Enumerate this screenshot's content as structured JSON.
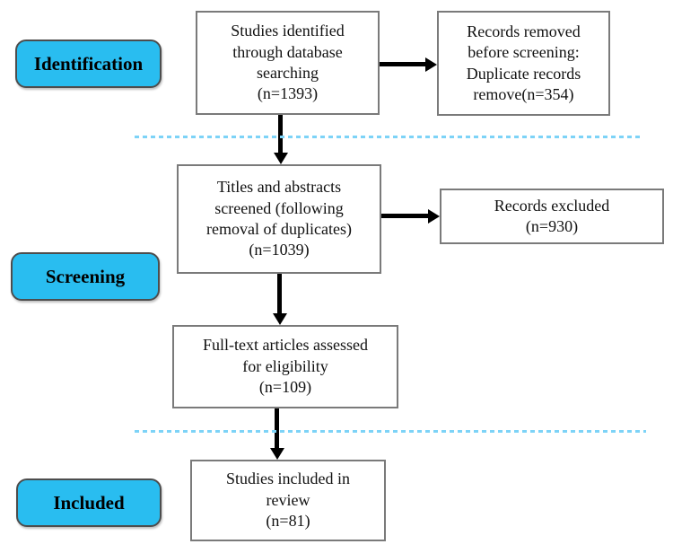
{
  "colors": {
    "stage_fill": "#29BDF0",
    "separator_dash": "#7DD3F7",
    "arrow": "#000000",
    "box_border": "#7a7a7a",
    "box_fill": "#ffffff",
    "text": "#111111"
  },
  "stages": [
    {
      "label": "Identification"
    },
    {
      "label": "Screening"
    },
    {
      "label": "Included"
    }
  ],
  "boxes": [
    {
      "id": "identified",
      "text": "Studies identified\nthrough database\nsearching\n(n=1393)"
    },
    {
      "id": "removed",
      "text": "Records removed\nbefore screening:\nDuplicate records\nremove(n=354)"
    },
    {
      "id": "screened",
      "text": "Titles and abstracts\nscreened (following\nremoval of duplicates)\n(n=1039)"
    },
    {
      "id": "excluded",
      "text": "Records excluded\n(n=930)"
    },
    {
      "id": "fulltext",
      "text": "Full-text articles assessed\nfor eligibility\n(n=109)"
    },
    {
      "id": "included",
      "text": "Studies included in\nreview\n(n=81)"
    }
  ]
}
